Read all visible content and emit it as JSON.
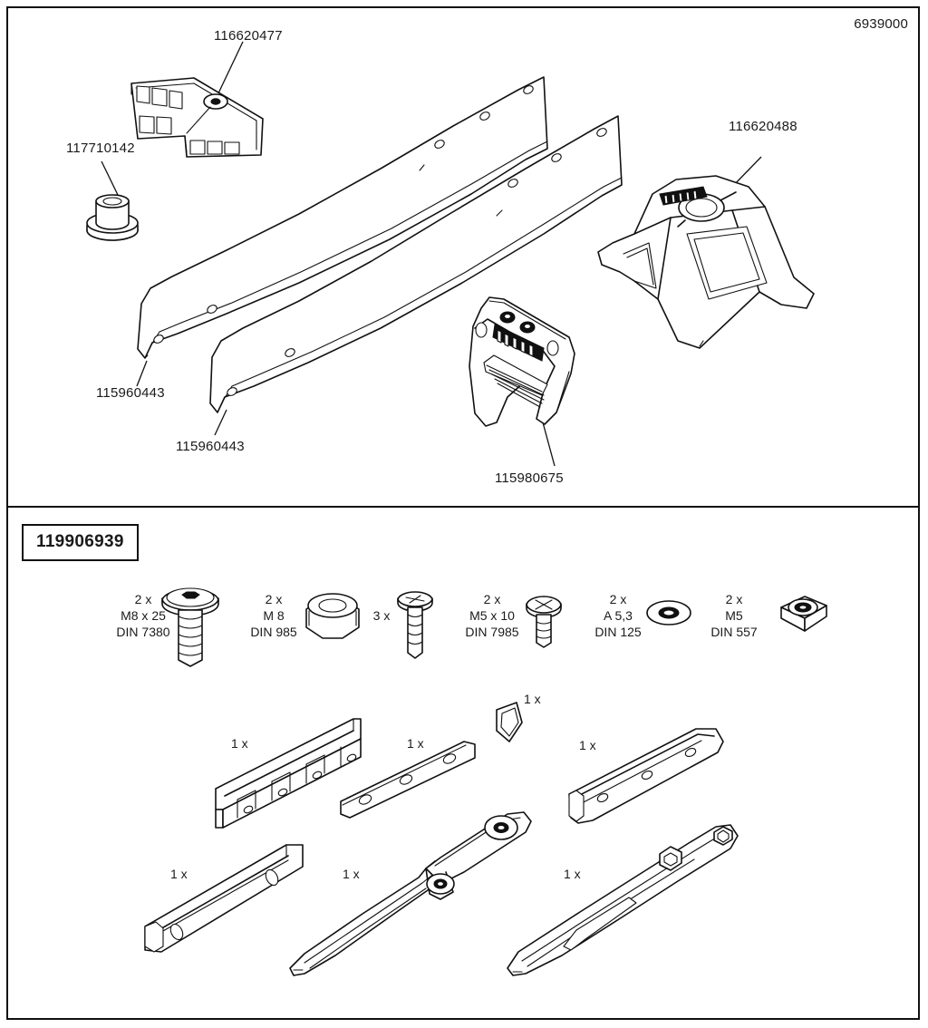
{
  "sheet": {
    "code": "6939000",
    "kit_number": "119906939"
  },
  "assembly_callouts": [
    {
      "id": "corner-cap",
      "label": "116620477"
    },
    {
      "id": "grommet",
      "label": "117710142"
    },
    {
      "id": "rail-upper",
      "label": "115960443"
    },
    {
      "id": "rail-lower",
      "label": "115960443"
    },
    {
      "id": "foot-body",
      "label": "115980675"
    },
    {
      "id": "foot-cover",
      "label": "116620488"
    }
  ],
  "fasteners": [
    {
      "id": "bolt-m8x25",
      "qty": "2 x",
      "size": "M8 x 25",
      "din": "DIN 7380",
      "icon": "button-head-bolt-icon"
    },
    {
      "id": "nut-m8",
      "qty": "2 x",
      "size": "M 8",
      "din": "DIN 985",
      "icon": "lock-nut-icon"
    },
    {
      "id": "screw-long",
      "qty": "3 x",
      "size": "",
      "din": "",
      "icon": "pan-head-screw-icon"
    },
    {
      "id": "screw-m5x10",
      "qty": "2 x",
      "size": "M5 x 10",
      "din": "DIN 7985",
      "icon": "cross-head-screw-icon"
    },
    {
      "id": "washer-a53",
      "qty": "2 x",
      "size": "A 5,3",
      "din": "DIN 125",
      "icon": "flat-washer-icon"
    },
    {
      "id": "nut-m5",
      "qty": "2 x",
      "size": "M5",
      "din": "DIN 557",
      "icon": "square-nut-icon"
    }
  ],
  "kit_parts": [
    {
      "id": "channel-bracket",
      "qty": "1 x"
    },
    {
      "id": "flat-strap-3hole",
      "qty": "1 x"
    },
    {
      "id": "seal-ring",
      "qty": "1 x"
    },
    {
      "id": "curved-cover",
      "qty": "1 x"
    },
    {
      "id": "slotted-rail",
      "qty": "1 x"
    },
    {
      "id": "tapered-arm-pair",
      "qty": "1 x"
    },
    {
      "id": "tapered-arm",
      "qty": "1 x"
    }
  ]
}
